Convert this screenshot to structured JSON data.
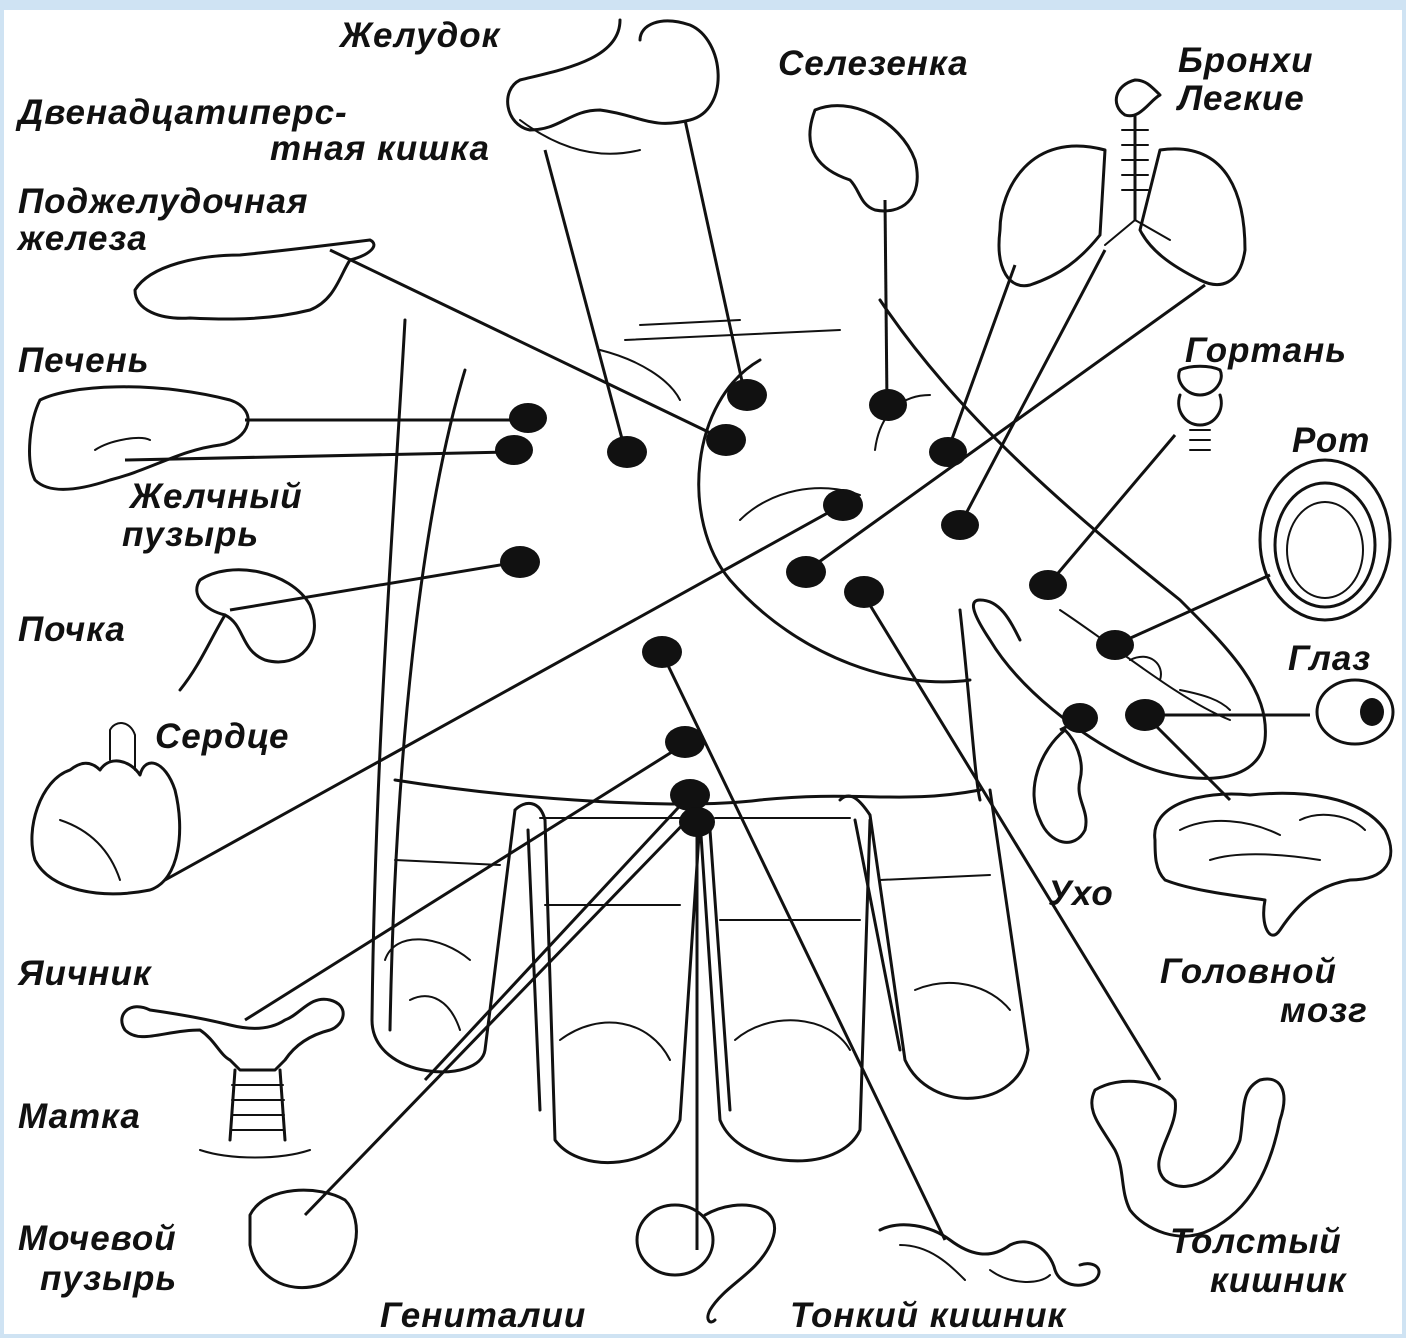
{
  "labels": {
    "stomach": "Желудок",
    "duodenum_1": "Двенадцатиперс-",
    "duodenum_2": "тная кишка",
    "pancreas_1": "Поджелудочная",
    "pancreas_2": "железа",
    "liver": "Печень",
    "gallbladder_1": "Желчный",
    "gallbladder_2": "пузырь",
    "kidney": "Почка",
    "heart": "Сердце",
    "ovary": "Яичник",
    "uterus": "Матка",
    "bladder_1": "Мочевой",
    "bladder_2": "пузырь",
    "genitals": "Гениталии",
    "small_intestine": "Тонкий кишник",
    "large_intestine_1": "Толстый",
    "large_intestine_2": "кишник",
    "brain_1": "Головной",
    "brain_2": "мозг",
    "ear": "Ухо",
    "eye": "Глаз",
    "mouth": "Рот",
    "larynx": "Гортань",
    "spleen": "Селезенка",
    "bronchi": "Бронхи",
    "lungs": "Легкие"
  },
  "colors": {
    "frame": "#cfe3f3",
    "paper": "#ffffff",
    "ink": "#111111"
  },
  "icons": [
    "stomach-icon",
    "spleen-icon",
    "lungs-icon",
    "pancreas-icon",
    "liver-icon",
    "larynx-icon",
    "mouth-icon",
    "kidney-icon",
    "eye-icon",
    "heart-icon",
    "ear-icon",
    "brain-icon",
    "uterus-icon",
    "bladder-icon",
    "genitals-icon",
    "small-intestine-icon",
    "large-intestine-icon"
  ]
}
